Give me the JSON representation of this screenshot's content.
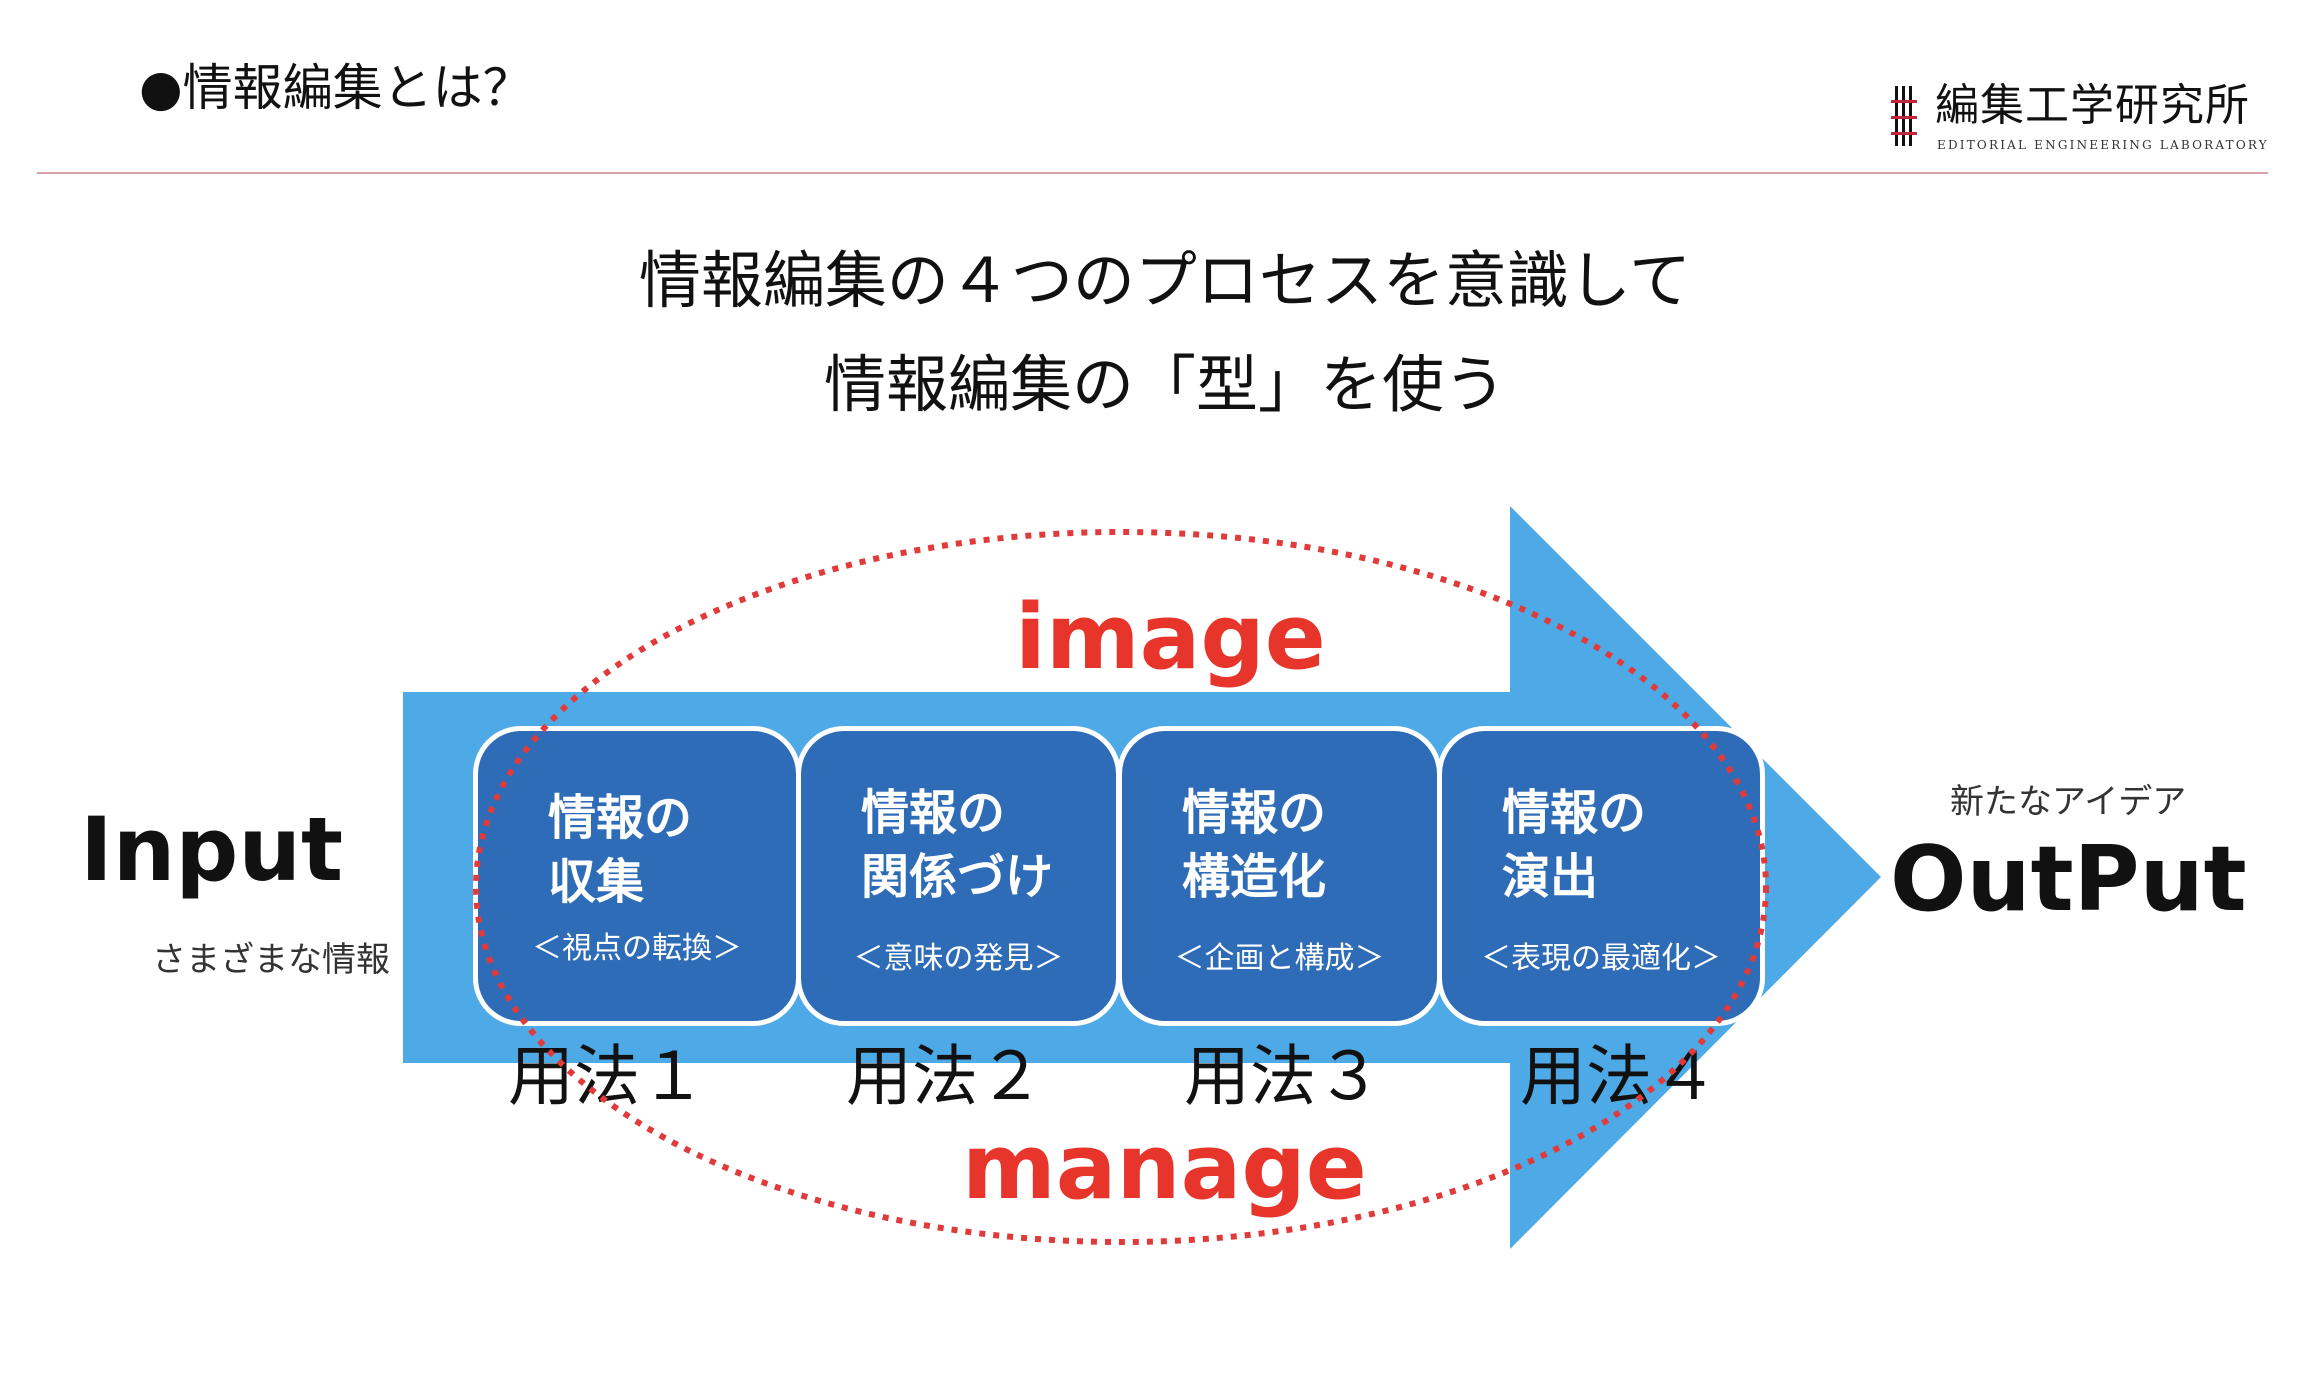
{
  "header": {
    "title": "●情報編集とは？"
  },
  "logo": {
    "name_jp": "編集工学研究所",
    "name_en": "EDITORIAL ENGINEERING LABORATORY"
  },
  "heading": {
    "line1": "情報編集の４つのプロセスを意識して",
    "line2": "情報編集の「型」を使う"
  },
  "diagram": {
    "input_label": "Input",
    "input_sub": "さまざまな情報",
    "output_sub": "新たなアイデア",
    "output_label": "OutPut",
    "image_label": "image",
    "manage_label": "manage",
    "steps": [
      {
        "title1": "情報の",
        "title2": "収集",
        "sub": "＜視点の転換＞",
        "usage": "用法１"
      },
      {
        "title1": "情報の",
        "title2": "関係づけ",
        "sub": "＜意味の発見＞",
        "usage": "用法２"
      },
      {
        "title1": "情報の",
        "title2": "構造化",
        "sub": "＜企画と構成＞",
        "usage": "用法３"
      },
      {
        "title1": "情報の",
        "title2": "演出",
        "sub": "＜表現の最適化＞",
        "usage": "用法４"
      }
    ]
  },
  "colors": {
    "arrow": "#4eaae6",
    "box": "#2f6cb8",
    "accent_red": "#e8352b",
    "divider": "#d9a2aa"
  }
}
